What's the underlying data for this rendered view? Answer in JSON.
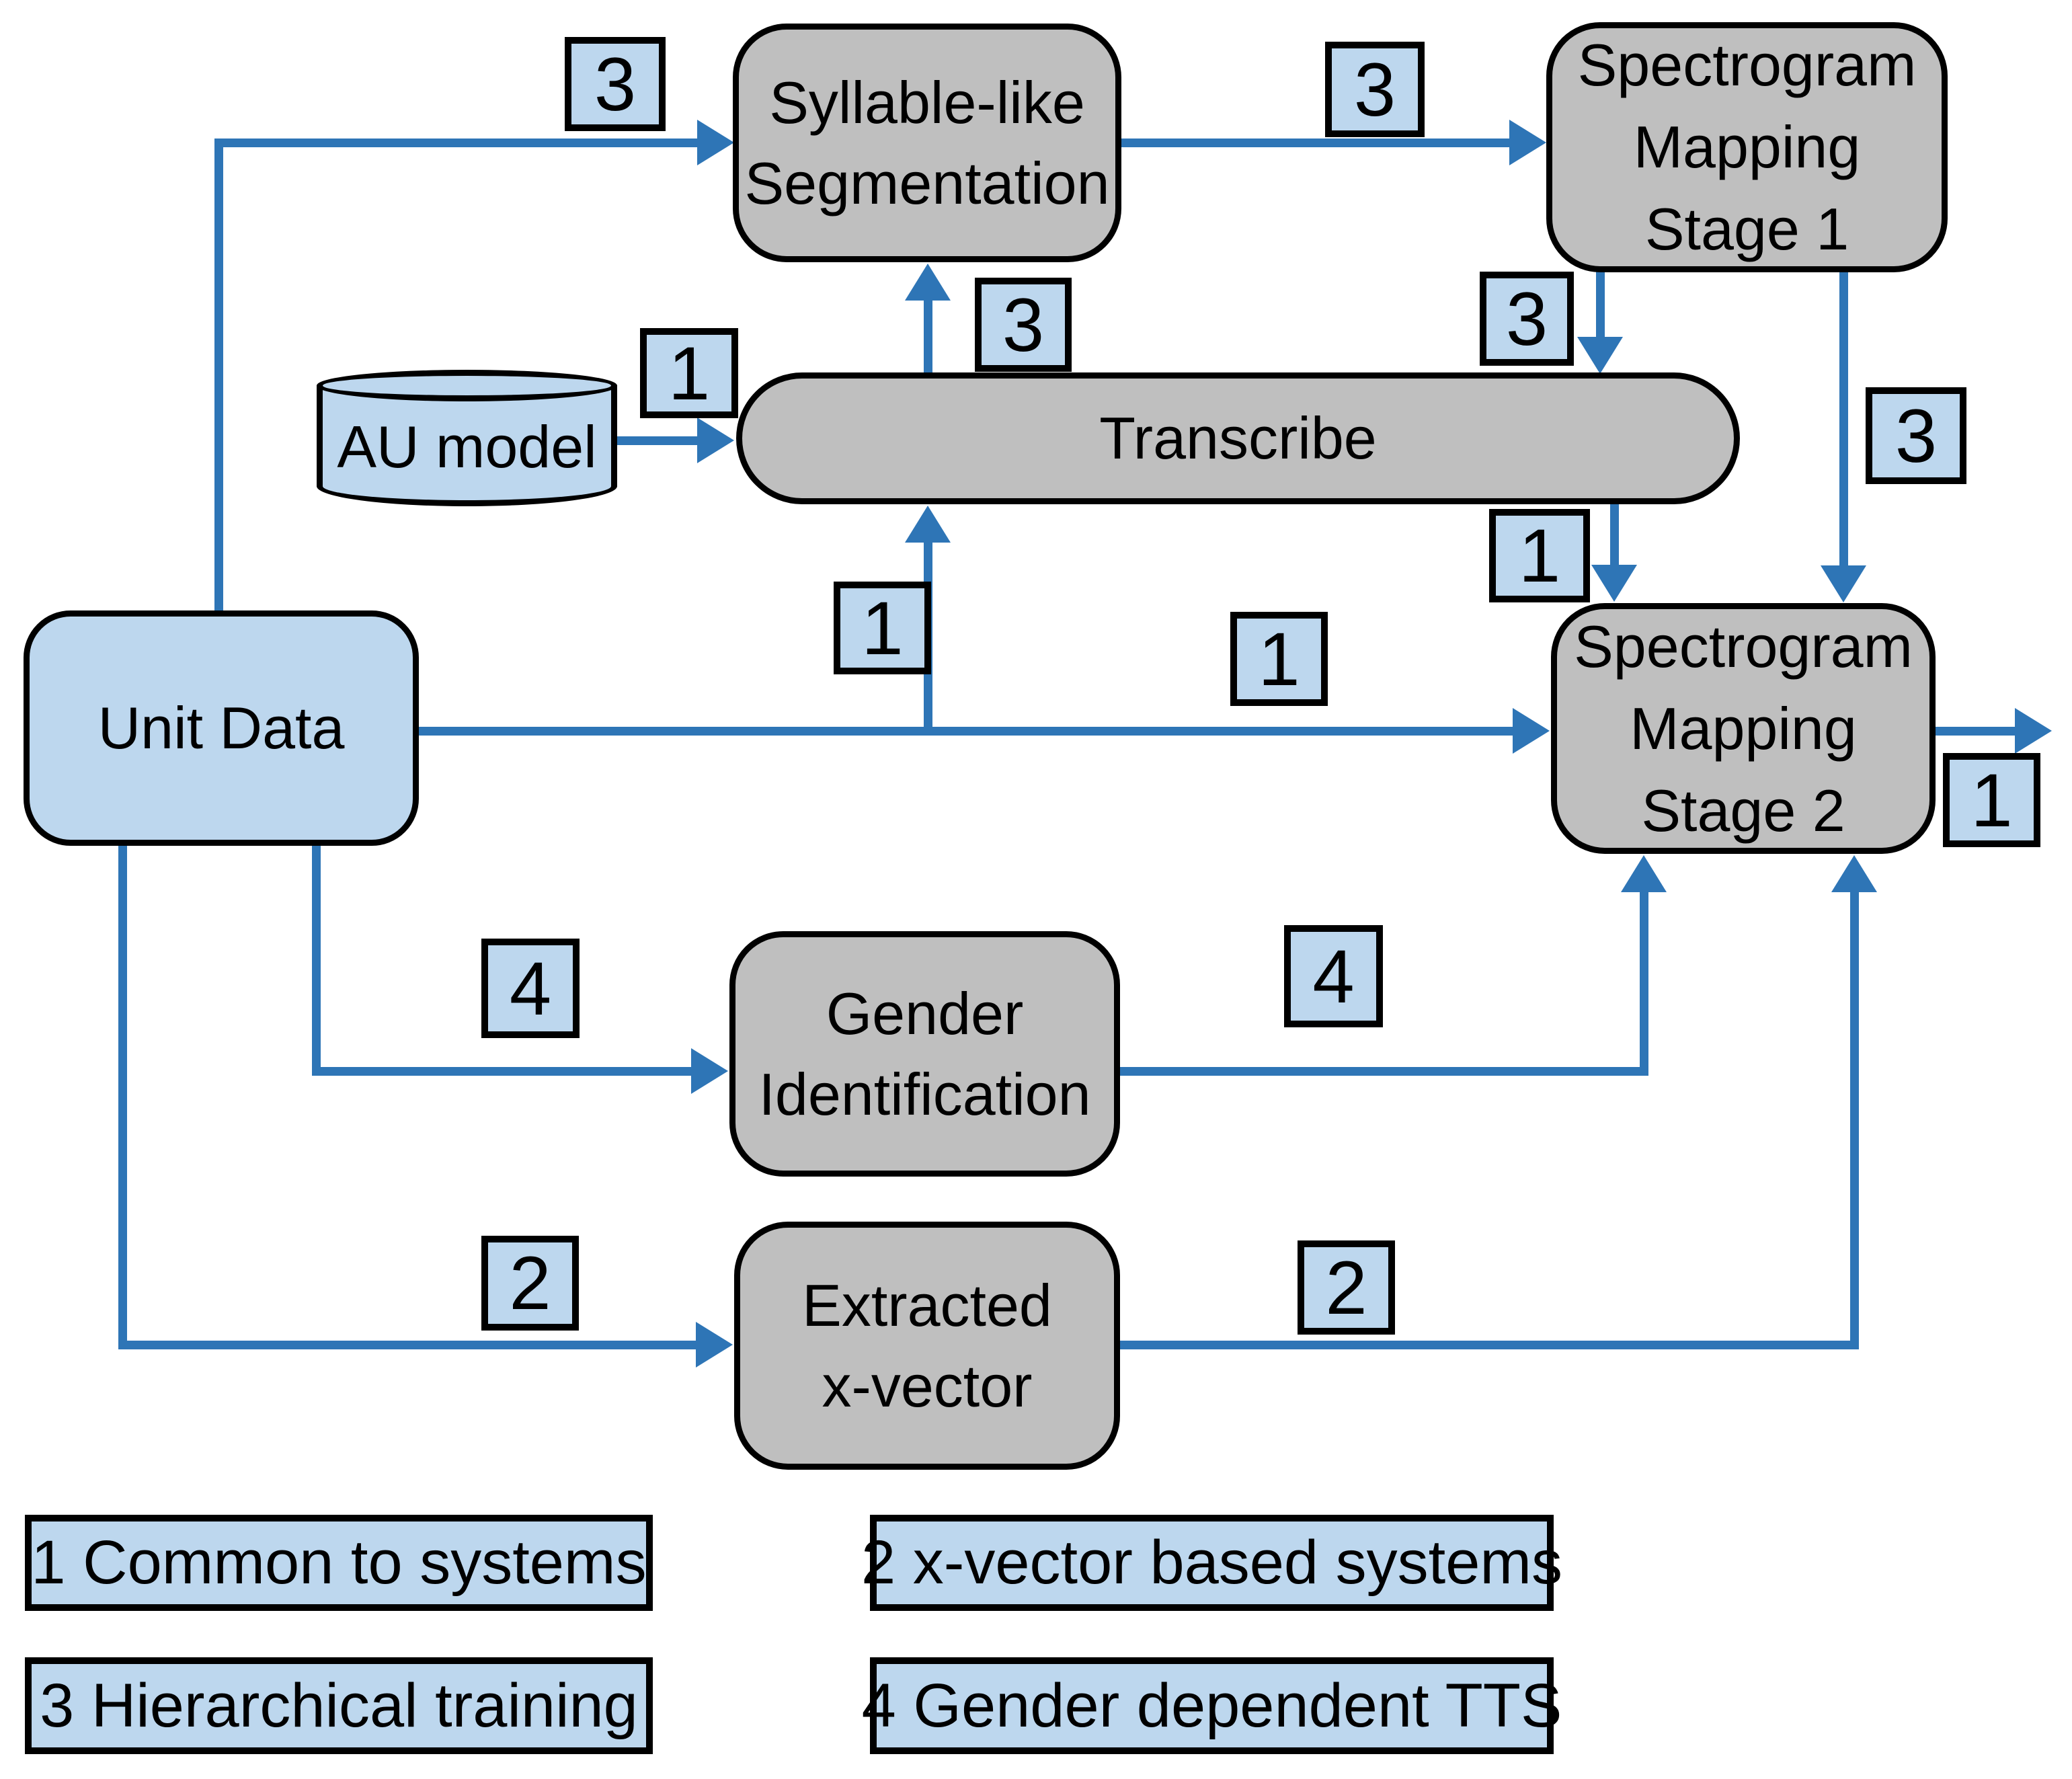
{
  "nodes": {
    "unit_data": {
      "label": "Unit Data"
    },
    "au_model": {
      "label": "AU model"
    },
    "syllable": {
      "lines": [
        "Syllable-like",
        "Segmentation"
      ]
    },
    "stage1": {
      "lines": [
        "Spectrogram",
        "Mapping",
        "Stage 1"
      ]
    },
    "transcribe": {
      "label": "Transcribe"
    },
    "stage2": {
      "lines": [
        "Spectrogram",
        "Mapping",
        "Stage 2"
      ]
    },
    "gender": {
      "lines": [
        "Gender",
        "Identification"
      ]
    },
    "xvector": {
      "lines": [
        "Extracted",
        "x-vector"
      ]
    }
  },
  "badges": [
    {
      "value": "3"
    },
    {
      "value": "3"
    },
    {
      "value": "3"
    },
    {
      "value": "3"
    },
    {
      "value": "3"
    },
    {
      "value": "1"
    },
    {
      "value": "1"
    },
    {
      "value": "1"
    },
    {
      "value": "1"
    },
    {
      "value": "1"
    },
    {
      "value": "4"
    },
    {
      "value": "4"
    },
    {
      "value": "2"
    },
    {
      "value": "2"
    }
  ],
  "legend": [
    {
      "label": "1 Common to systems"
    },
    {
      "label": "2 x-vector based systems"
    },
    {
      "label": "3 Hierarchical training"
    },
    {
      "label": "4 Gender dependent TTS"
    }
  ],
  "colors": {
    "accent_blue": "#2E75B6",
    "light_blue": "#BDD7EE",
    "box_gray": "#BFBFBF",
    "ink": "#000000"
  }
}
